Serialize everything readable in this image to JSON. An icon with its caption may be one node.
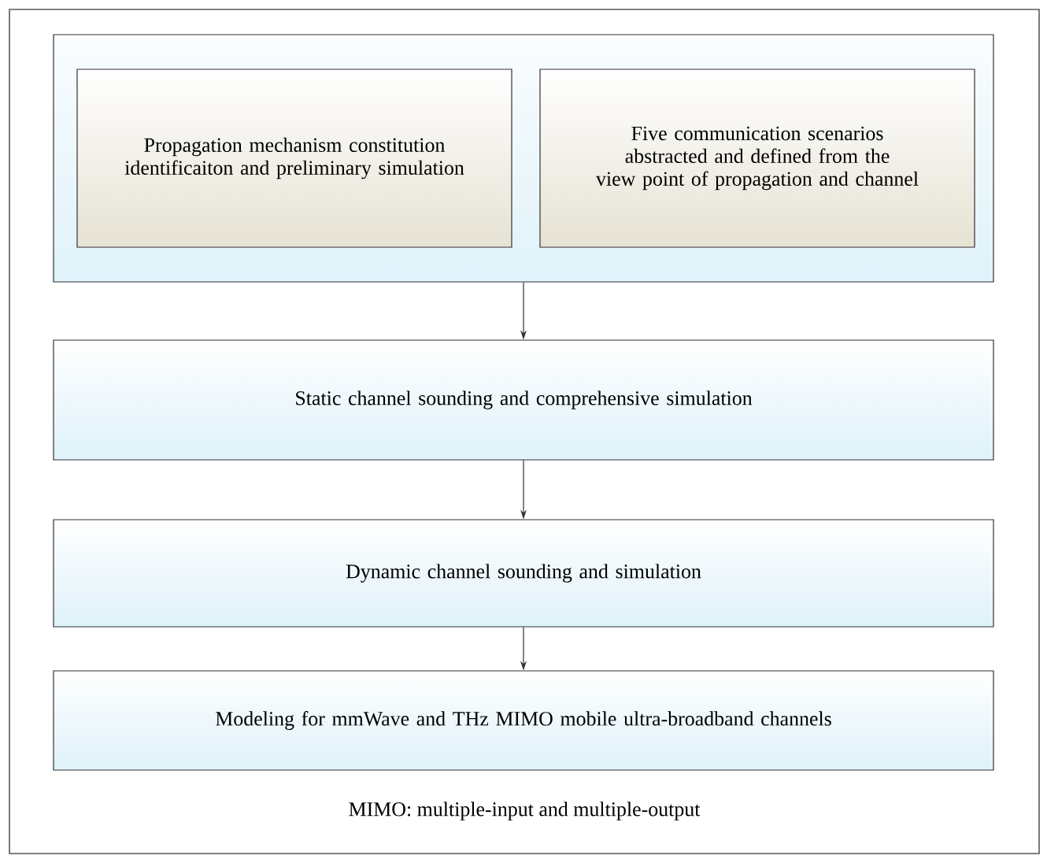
{
  "diagram": {
    "caption": "MIMO: multiple-input and multiple-output",
    "nodes": [
      {
        "text": [],
        "shape": "box"
      },
      {
        "text": [
          "Propagation mechanism constitution identificaiton and preliminary simulation"
        ],
        "in": 0
      },
      {
        "text": [
          "Five communication scenarios abstracted and defined from the view point of propagation and channel"
        ],
        "in": 0
      },
      {
        "text": [
          "Static channel sounding and comprehensive simulation"
        ]
      },
      {
        "text": [
          "Dynamic channel sounding and simulation"
        ]
      },
      {
        "text": [
          "Modeling for mmWave and THz MIMO mobile ultra-broadband channels"
        ]
      }
    ],
    "edges": [
      {
        "from": 0,
        "to": 3,
        "arrow": "to"
      },
      {
        "from": 3,
        "to": 4,
        "arrow": "to"
      },
      {
        "from": 4,
        "to": 5,
        "arrow": "to"
      }
    ]
  }
}
